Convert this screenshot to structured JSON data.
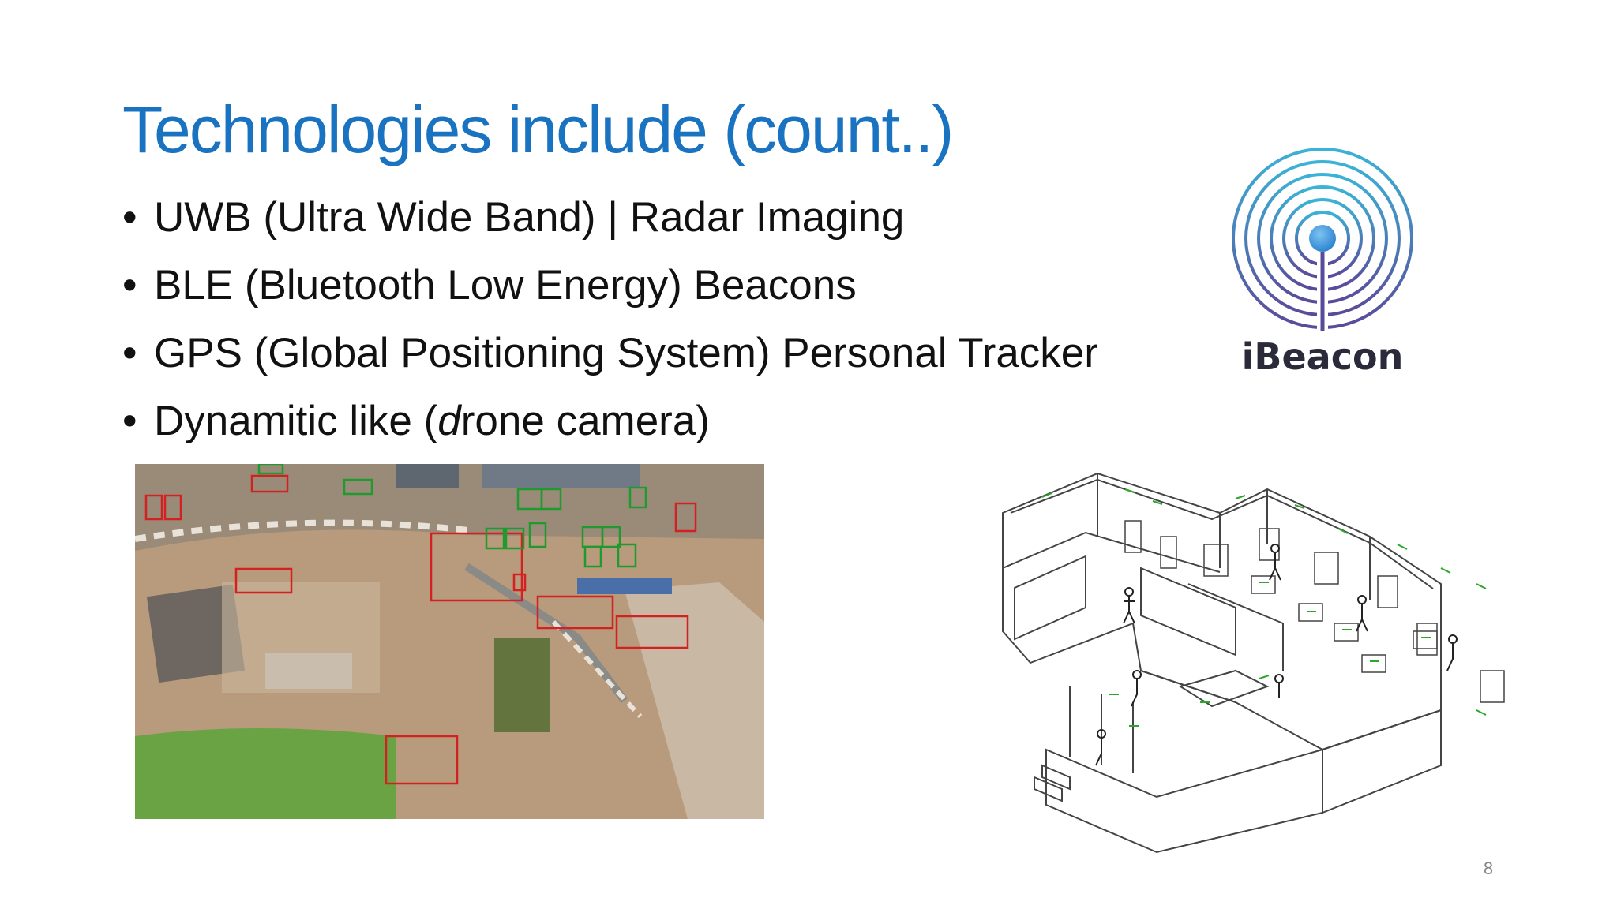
{
  "slide": {
    "title": "Technologies include (count..)",
    "bullets": [
      "UWB (Ultra Wide Band) | Radar Imaging",
      "BLE (Bluetooth Low Energy) Beacons",
      "GPS (Global Positioning System) Personal Tracker"
    ],
    "bullet4": {
      "before": "Dynamitic like (",
      "italic": "d",
      "after": "rone camera)"
    },
    "logo_text": "iBeacon",
    "page_number": "8"
  },
  "colors": {
    "title": "#1a73c0",
    "detection_red": "#d32020",
    "detection_green": "#1e9a2e",
    "beacon_teal": "#3bb3d6",
    "beacon_purple": "#5a4a9a"
  },
  "icons": [
    "ibeacon-logo-icon",
    "drone-aerial-photo",
    "floor-plan-illustration"
  ]
}
